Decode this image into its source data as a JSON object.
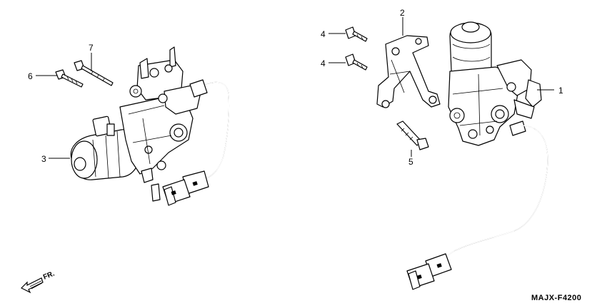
{
  "parts": [
    {
      "id": "1",
      "label": "1"
    },
    {
      "id": "2",
      "label": "2"
    },
    {
      "id": "3",
      "label": "3"
    },
    {
      "id": "4a",
      "label": "4"
    },
    {
      "id": "4b",
      "label": "4"
    },
    {
      "id": "5",
      "label": "5"
    },
    {
      "id": "6",
      "label": "6"
    },
    {
      "id": "7",
      "label": "7"
    }
  ],
  "direction_indicator": "FR.",
  "diagram_code": "MAJX-F4200"
}
